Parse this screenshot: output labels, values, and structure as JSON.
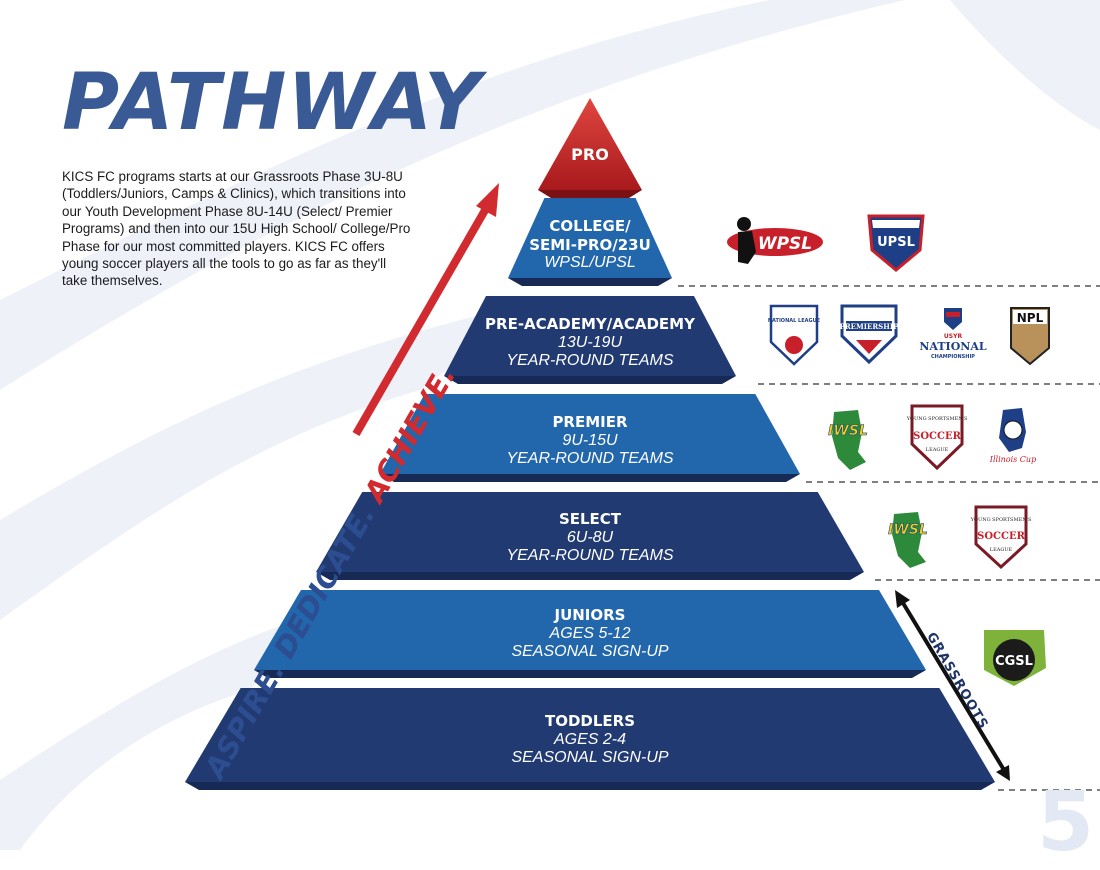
{
  "title": "PATHWAY",
  "intro": "KICS FC programs starts at our Grassroots Phase 3U-8U (Toddlers/Juniors, Camps & Clinics), which transitions into our Youth Development Phase 8U-14U (Select/ Premier Programs) and then into our 15U High School/ College/Pro Phase for our most committed players. KICS FC offers young soccer players all the tools to go as far as they'll take themselves.",
  "page_number": "5",
  "pyramid": {
    "top": "PRO",
    "tiers": [
      {
        "name": "COLLEGE/",
        "name2": "SEMI-PRO/23U",
        "line2": "WPSL/UPSL",
        "line3": "",
        "color": "#2266ac"
      },
      {
        "name": "PRE-ACADEMY/ACADEMY",
        "name2": "",
        "line2": "13U-19U",
        "line3": "YEAR-ROUND TEAMS",
        "color": "#223a72"
      },
      {
        "name": "PREMIER",
        "name2": "",
        "line2": "9U-15U",
        "line3": "YEAR-ROUND TEAMS",
        "color": "#2266ac"
      },
      {
        "name": "SELECT",
        "name2": "",
        "line2": "6U-8U",
        "line3": "YEAR-ROUND TEAMS",
        "color": "#223a72"
      },
      {
        "name": "JUNIORS",
        "name2": "",
        "line2": "AGES 5-12",
        "line3": "SEASONAL SIGN-UP",
        "color": "#2266ac"
      },
      {
        "name": "TODDLERS",
        "name2": "",
        "line2": "AGES 2-4",
        "line3": "SEASONAL SIGN-UP",
        "color": "#223a72"
      }
    ]
  },
  "slogan": {
    "part1": "ASPIRE.",
    "part2": "DEDICATE.",
    "part3": "ACHIEVE.",
    "color_blue": "#2d4d91",
    "color_red": "#d12a2f"
  },
  "grassroots_label": "GRASSROOTS",
  "logos": {
    "wpsl": "WPSL",
    "upsl": "UPSL",
    "national_league": "NATIONAL LEAGUE",
    "premiership": "PREMIERSHIP",
    "usyr": "USYR",
    "national_championship": "NATIONAL",
    "championship_series": "CHAMPIONSHIP",
    "npl": "NPL",
    "iwsl": "IWSL",
    "ysl_top": "YOUNG SPORTSMEN'S",
    "ysl_mid": "SOCCER",
    "ysl_bottom": "LEAGUE",
    "illinois_cup": "Illinois Cup",
    "cgsl": "CGSL"
  }
}
